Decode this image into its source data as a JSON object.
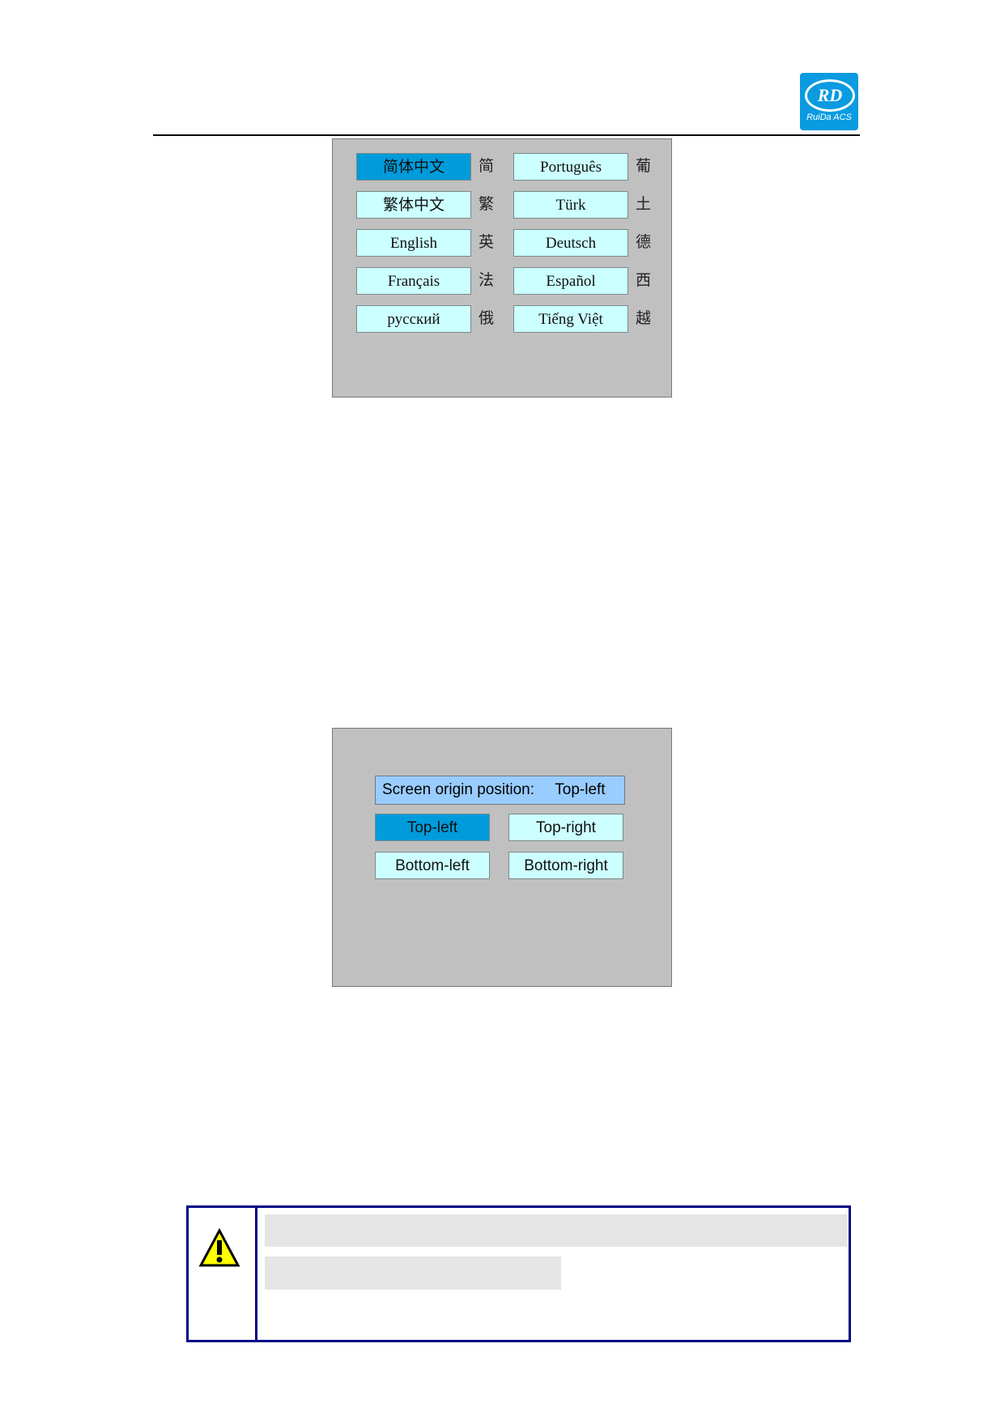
{
  "logo": {
    "mark": "RD",
    "text": "RuiDa ACS",
    "color": "#0a9be0"
  },
  "language_panel": {
    "items": [
      {
        "label": "简体中文",
        "abbr": "简",
        "selected": true
      },
      {
        "label": "繁体中文",
        "abbr": "繁",
        "selected": false
      },
      {
        "label": "English",
        "abbr": "英",
        "selected": false
      },
      {
        "label": "Français",
        "abbr": "法",
        "selected": false
      },
      {
        "label": "русский",
        "abbr": "俄",
        "selected": false
      },
      {
        "label": "Português",
        "abbr": "葡",
        "selected": false
      },
      {
        "label": "Türk",
        "abbr": "土",
        "selected": false
      },
      {
        "label": "Deutsch",
        "abbr": "德",
        "selected": false
      },
      {
        "label": "Español",
        "abbr": "西",
        "selected": false
      },
      {
        "label": "Tiếng Việt",
        "abbr": "越",
        "selected": false
      }
    ]
  },
  "origin_panel": {
    "header_label": "Screen origin position:",
    "header_value": "Top-left",
    "options": [
      {
        "label": "Top-left",
        "selected": true
      },
      {
        "label": "Top-right",
        "selected": false
      },
      {
        "label": "Bottom-left",
        "selected": false
      },
      {
        "label": "Bottom-right",
        "selected": false
      }
    ]
  },
  "colors": {
    "selected": "#009bdb",
    "button": "#ccffff",
    "panel": "#c0c0c0",
    "header": "#99ccff",
    "warning_border": "#000088"
  }
}
